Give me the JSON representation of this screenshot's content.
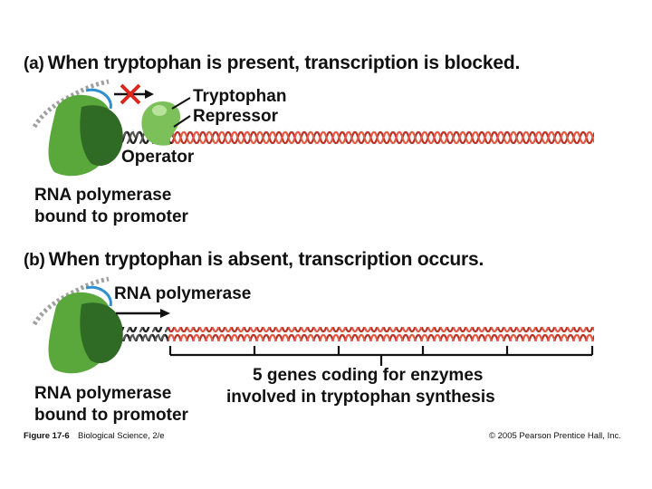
{
  "panel_a": {
    "tag": "(a)",
    "title": "When tryptophan is present, transcription is blocked.",
    "label_tryptophan": "Tryptophan",
    "label_repressor": "Repressor",
    "label_operator": "Operator",
    "label_polymerase_line1": "RNA polymerase",
    "label_polymerase_line2": "bound to promoter"
  },
  "panel_b": {
    "tag": "(b)",
    "title": "When tryptophan is absent, transcription occurs.",
    "label_rna_polymerase": "RNA polymerase",
    "label_genes_line1": "5 genes coding for enzymes",
    "label_genes_line2": "involved  in tryptophan synthesis",
    "label_polymerase_line1": "RNA polymerase",
    "label_polymerase_line2": "bound to promoter"
  },
  "footer": {
    "figure": "Figure 17-6",
    "book": "Biological Science, 2/e",
    "copyright": "© 2005 Pearson Prentice Hall, Inc."
  },
  "colors": {
    "dna_red": "#c0392b",
    "dna_dark": "#333333",
    "dna_gray": "#9a9a9a",
    "polymerase_green": "#5aa83c",
    "polymerase_dark": "#2f6b25",
    "repressor_green": "#7cc05a",
    "rna_blue": "#2f8fd0",
    "block_x": "#d8281f"
  }
}
